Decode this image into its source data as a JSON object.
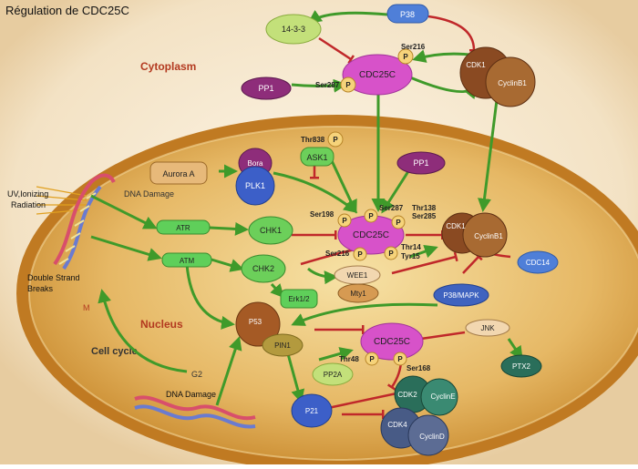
{
  "title": "Régulation de CDC25C",
  "regions": {
    "cytoplasm": "Cytoplasm",
    "nucleus": "Nucleus",
    "cell_cycle": "Cell cycle",
    "phase_m": "M",
    "phase_g2": "G2"
  },
  "stimuli": {
    "uv": "UV,Ionizing",
    "radiation": "Radiation",
    "dna_damage_top": "DNA Damage",
    "double_strand": "Double Strand",
    "breaks": "Breaks",
    "dna_damage_bottom": "DNA Damage"
  },
  "proteins": {
    "p38_top": "P38",
    "p1433": "14-3-3",
    "cdc25c_cyto": "CDC25C",
    "cdk1_cyto": "CDK1",
    "cyclinb1_cyto": "CyclinB1",
    "pp1_cyto": "PP1",
    "aurora_a": "Aurora A",
    "bora": "Bora",
    "plk1": "PLK1",
    "ask1": "ASK1",
    "pp1_nuc": "PP1",
    "atr": "ATR",
    "chk1": "CHK1",
    "cdc25c_nuc": "CDC25C",
    "cdk1_nuc": "CDK1",
    "cyclinb1_nuc": "CyclinB1",
    "atm": "ATM",
    "chk2": "CHK2",
    "wee1": "WEE1",
    "mty1": "Mty1",
    "erk12": "Erk1/2",
    "cdc14": "CDC14",
    "p38mapk": "P38/MAPK",
    "p53": "P53",
    "pin1": "PIN1",
    "cdc25c_low": "CDC25C",
    "jnk": "JNK",
    "ptx2": "PTX2",
    "pp2a": "PP2A",
    "cdk2": "CDK2",
    "cycline": "CyclinE",
    "p21": "P21",
    "cdk4": "CDK4",
    "cyclind": "CyclinD"
  },
  "sites": {
    "ser216_top": "Ser216",
    "ser287_cyto": "Ser287",
    "thr838": "Thr838",
    "ser198": "Ser198",
    "ser287_nuc": "Ser287",
    "thr138": "Thr138",
    "ser285": "Ser285",
    "ser216_nuc": "Ser216",
    "thr14": "Thr14",
    "tyr15": "Tyr15",
    "thr48": "Thr48",
    "ser168": "Ser168"
  },
  "phospho_mark": "P",
  "colors": {
    "activation_arrow": "#3f9a2a",
    "inhibition_line": "#c0282a",
    "cell_membrane": "#c8862c",
    "nucleus_fill": "#e9bf6e",
    "cdc25c": "#d752c9",
    "phospho": "#f6d37a",
    "region_label": "#b33a20"
  }
}
